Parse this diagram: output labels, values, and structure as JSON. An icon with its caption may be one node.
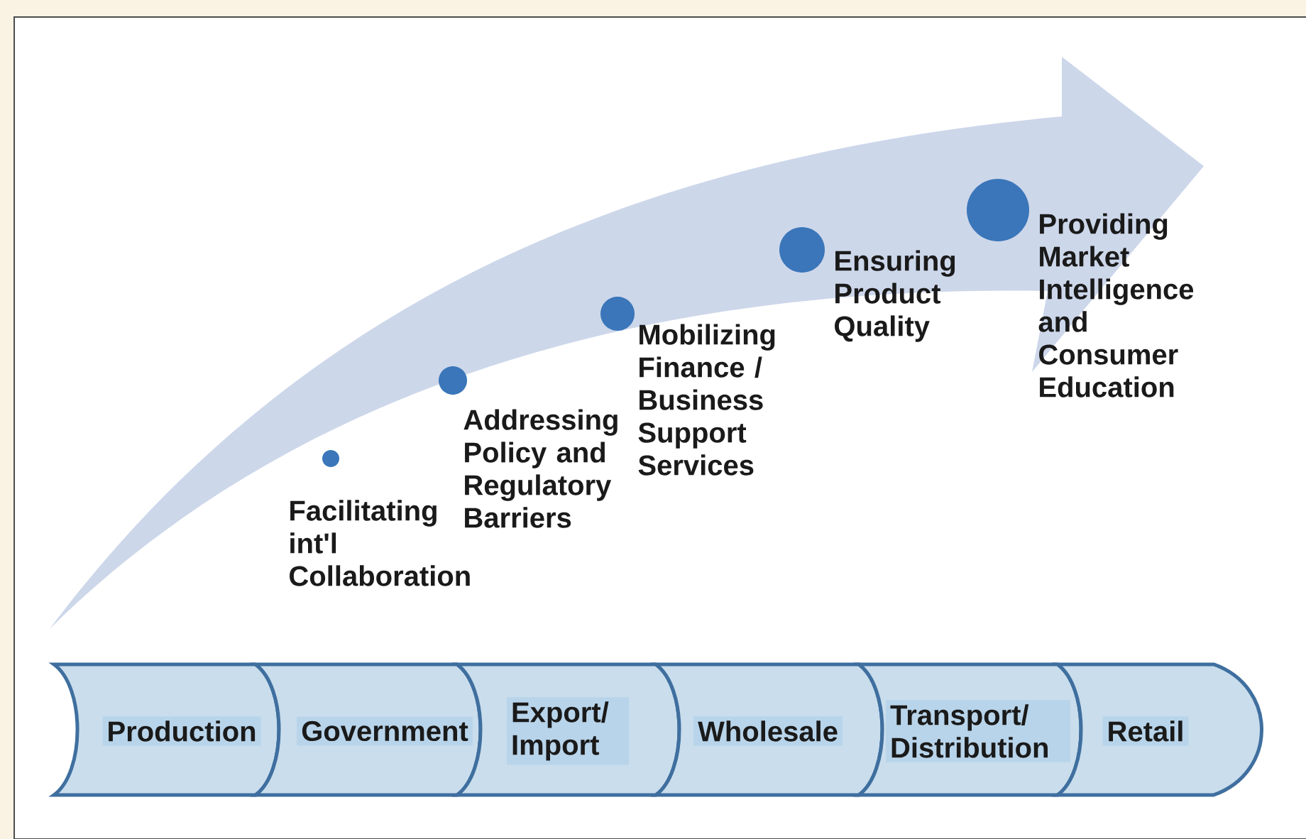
{
  "diagram": {
    "nodes": [
      {
        "text": [
          "Production"
        ]
      },
      {
        "text": [
          "Government"
        ]
      },
      {
        "text": [
          "Export/ Import"
        ]
      },
      {
        "text": [
          "Wholesale"
        ]
      },
      {
        "text": [
          "Transport/ Distribution"
        ]
      },
      {
        "text": [
          "Retail"
        ]
      },
      {
        "text": [],
        "shape": "circle",
        "beside": [
          "Facilitating int'l Collaboration"
        ]
      },
      {
        "text": [],
        "shape": "circle",
        "beside": [
          "Addressing Policy and Regulatory Barriers"
        ]
      },
      {
        "text": [],
        "shape": "circle",
        "beside": [
          "Mobilizing Finance / Business Support Services"
        ]
      },
      {
        "text": [],
        "shape": "circle",
        "beside": [
          "Ensuring Product Quality"
        ]
      },
      {
        "text": [],
        "shape": "circle",
        "beside": [
          "Providing Market Intelligence and Consumer Education"
        ]
      }
    ]
  }
}
